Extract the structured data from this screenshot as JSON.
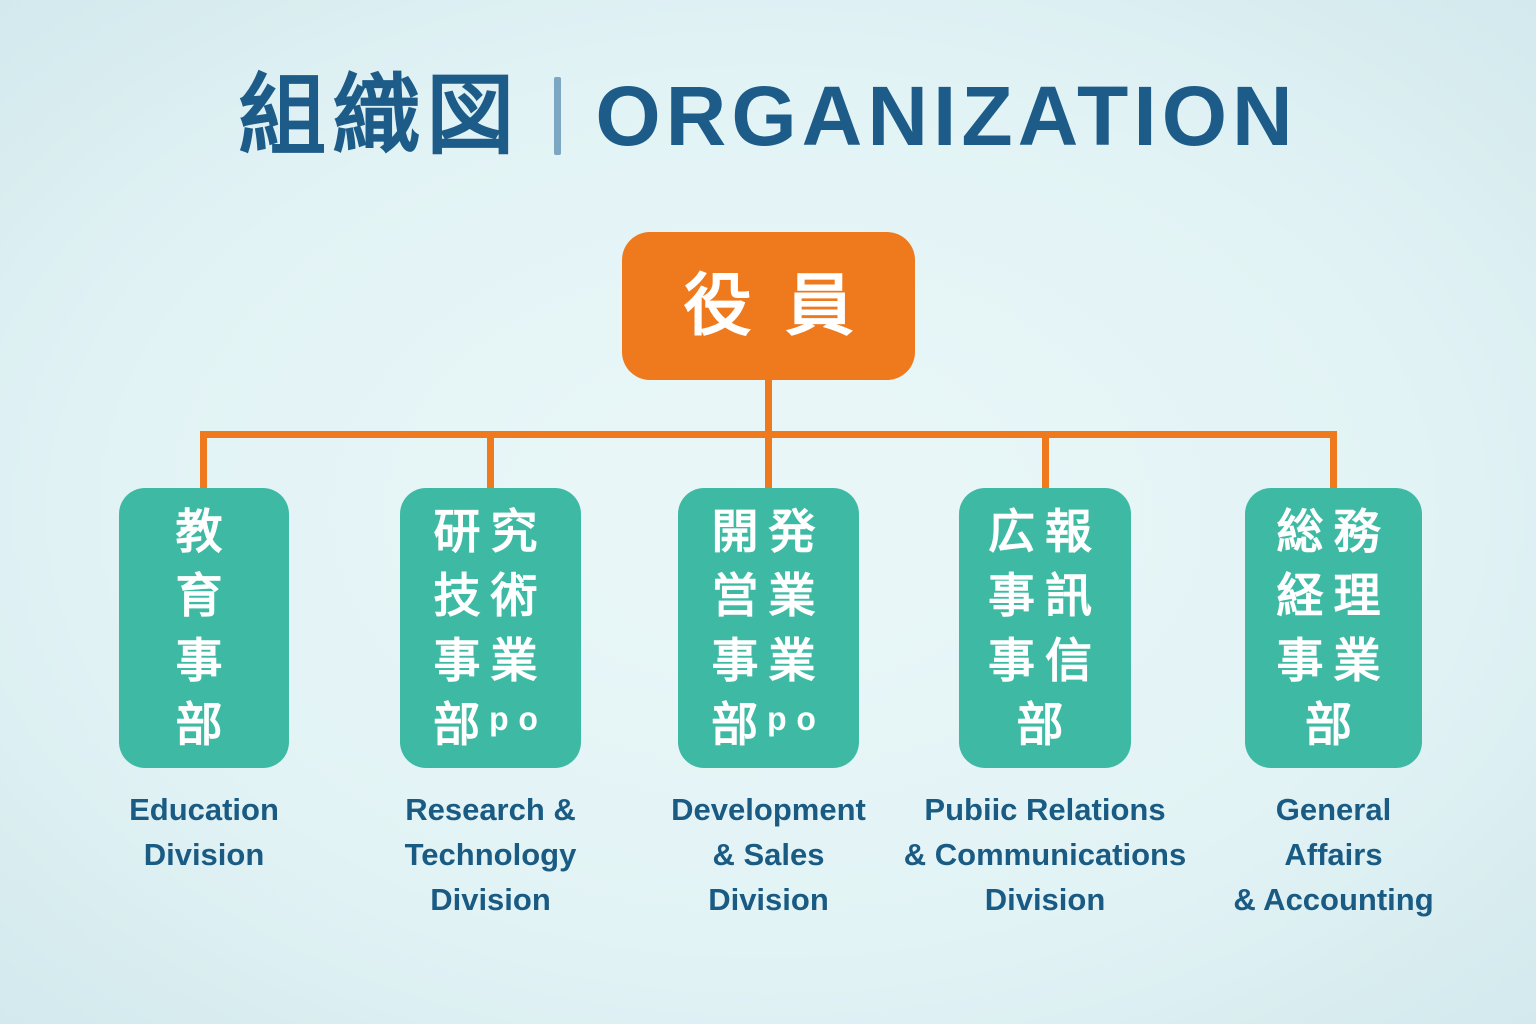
{
  "colors": {
    "background": "#e2f3f5",
    "orange": "#ef7a1e",
    "teal": "#3ebaa4",
    "heading_blue": "#1d5c88",
    "box_text": "#ffffff"
  },
  "header": {
    "title_ja": "組織図",
    "title_en": "ORGANIZATION"
  },
  "root": {
    "label": "役員"
  },
  "divisions": [
    {
      "id": "education",
      "ja_rows": [
        "教",
        "育",
        "事",
        "部"
      ],
      "en_lines": [
        "Education",
        "Division"
      ]
    },
    {
      "id": "research-technology",
      "ja_rows": [
        "研究",
        "技術",
        "事業",
        "部ᵖᵒ"
      ],
      "en_lines": [
        "Research &",
        "Technology",
        "Division"
      ]
    },
    {
      "id": "development-sales",
      "ja_rows": [
        "開発",
        "営業",
        "事業",
        "部ᵖᵒ"
      ],
      "en_lines": [
        "Development",
        "& Sales",
        "Division"
      ]
    },
    {
      "id": "public-relations",
      "ja_rows": [
        "広報",
        "事訊",
        "事信",
        "部"
      ],
      "en_lines": [
        "Pubiic Relations",
        "& Communications",
        "Division"
      ]
    },
    {
      "id": "general-affairs",
      "ja_rows": [
        "総務",
        "経理",
        "事業",
        "部"
      ],
      "en_lines": [
        "General",
        "Affairs",
        "& Accounting"
      ]
    }
  ]
}
